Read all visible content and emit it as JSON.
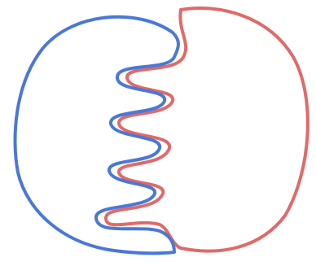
{
  "diagram": {
    "shapes": [
      {
        "name": "left-blob",
        "color": "#4a78d6"
      },
      {
        "name": "right-blob",
        "color": "#e06a6a"
      }
    ],
    "interlock_fingers": 4
  },
  "colors": {
    "background": "#ffffff",
    "left_outline": "#4a78d6",
    "right_outline": "#e06a6a"
  }
}
